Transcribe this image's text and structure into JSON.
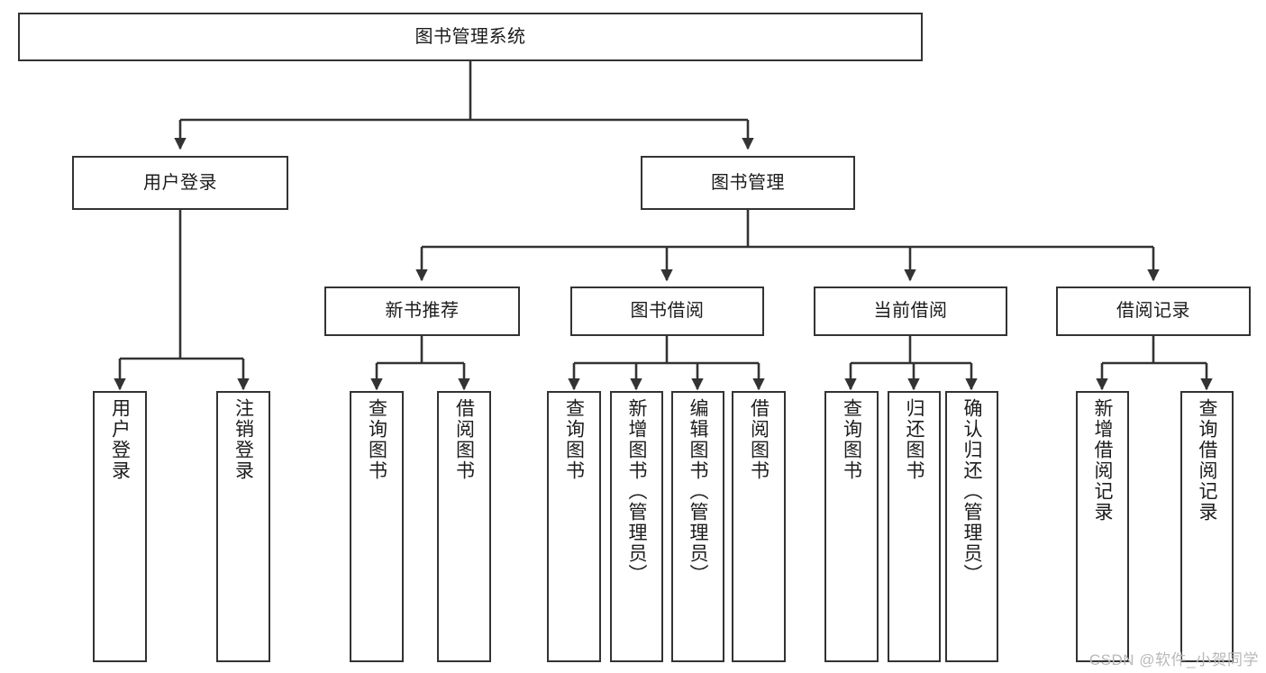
{
  "diagram": {
    "type": "tree-hierarchy-chart",
    "title": "图书管理系统",
    "watermark": "CSDN @软件_小贺同学",
    "colors": {
      "box_border": "#333333",
      "box_fill": "#ffffff",
      "connector": "#333333",
      "text": "#1c1c1c",
      "background": "#ffffff",
      "watermark": "#b9b9b9"
    },
    "levels": [
      {
        "level": 1,
        "labels": [
          "图书管理系统"
        ]
      },
      {
        "level": 2,
        "labels": [
          "用户登录",
          "图书管理"
        ]
      },
      {
        "level": 3,
        "labels": [
          "新书推荐",
          "图书借阅",
          "当前借阅",
          "借阅记录"
        ]
      },
      {
        "level": 4,
        "labels": [
          "用户登录",
          "注销登录",
          "查询图书",
          "借阅图书",
          "查询图书",
          "新增图书（管理员）",
          "编辑图书（管理员）",
          "借阅图书",
          "查询图书",
          "归还图书",
          "确认归还（管理员）",
          "新增借阅记录",
          "查询借阅记录"
        ]
      }
    ],
    "nodes": {
      "root": {
        "label": "图书管理系统"
      },
      "user_login": {
        "label": "用户登录"
      },
      "book_manage": {
        "label": "图书管理"
      },
      "new_book_rec": {
        "label": "新书推荐"
      },
      "book_borrow": {
        "label": "图书借阅"
      },
      "current_borrow": {
        "label": "当前借阅"
      },
      "borrow_record": {
        "label": "借阅记录"
      },
      "leaf_user_login": {
        "label": "用户登录"
      },
      "leaf_logout": {
        "label": "注销登录"
      },
      "leaf_query_book_1": {
        "label": "查询图书"
      },
      "leaf_borrow_book_1": {
        "label": "借阅图书"
      },
      "leaf_query_book_2": {
        "label": "查询图书"
      },
      "leaf_add_book_admin": {
        "label": "新增图书（管理员）"
      },
      "leaf_edit_book_admin": {
        "label": "编辑图书（管理员）"
      },
      "leaf_borrow_book_2": {
        "label": "借阅图书"
      },
      "leaf_query_book_3": {
        "label": "查询图书"
      },
      "leaf_return_book": {
        "label": "归还图书"
      },
      "leaf_confirm_return_admin": {
        "label": "确认归还（管理员）"
      },
      "leaf_add_record": {
        "label": "新增借阅记录"
      },
      "leaf_query_record": {
        "label": "查询借阅记录"
      }
    },
    "edges": [
      {
        "from": "root",
        "to": "user_login"
      },
      {
        "from": "root",
        "to": "book_manage"
      },
      {
        "from": "user_login",
        "to": "leaf_user_login"
      },
      {
        "from": "user_login",
        "to": "leaf_logout"
      },
      {
        "from": "book_manage",
        "to": "new_book_rec"
      },
      {
        "from": "book_manage",
        "to": "book_borrow"
      },
      {
        "from": "book_manage",
        "to": "current_borrow"
      },
      {
        "from": "book_manage",
        "to": "borrow_record"
      },
      {
        "from": "new_book_rec",
        "to": "leaf_query_book_1"
      },
      {
        "from": "new_book_rec",
        "to": "leaf_borrow_book_1"
      },
      {
        "from": "book_borrow",
        "to": "leaf_query_book_2"
      },
      {
        "from": "book_borrow",
        "to": "leaf_add_book_admin"
      },
      {
        "from": "book_borrow",
        "to": "leaf_edit_book_admin"
      },
      {
        "from": "book_borrow",
        "to": "leaf_borrow_book_2"
      },
      {
        "from": "current_borrow",
        "to": "leaf_query_book_3"
      },
      {
        "from": "current_borrow",
        "to": "leaf_return_book"
      },
      {
        "from": "current_borrow",
        "to": "leaf_confirm_return_admin"
      },
      {
        "from": "borrow_record",
        "to": "leaf_add_record"
      },
      {
        "from": "borrow_record",
        "to": "leaf_query_record"
      }
    ]
  }
}
